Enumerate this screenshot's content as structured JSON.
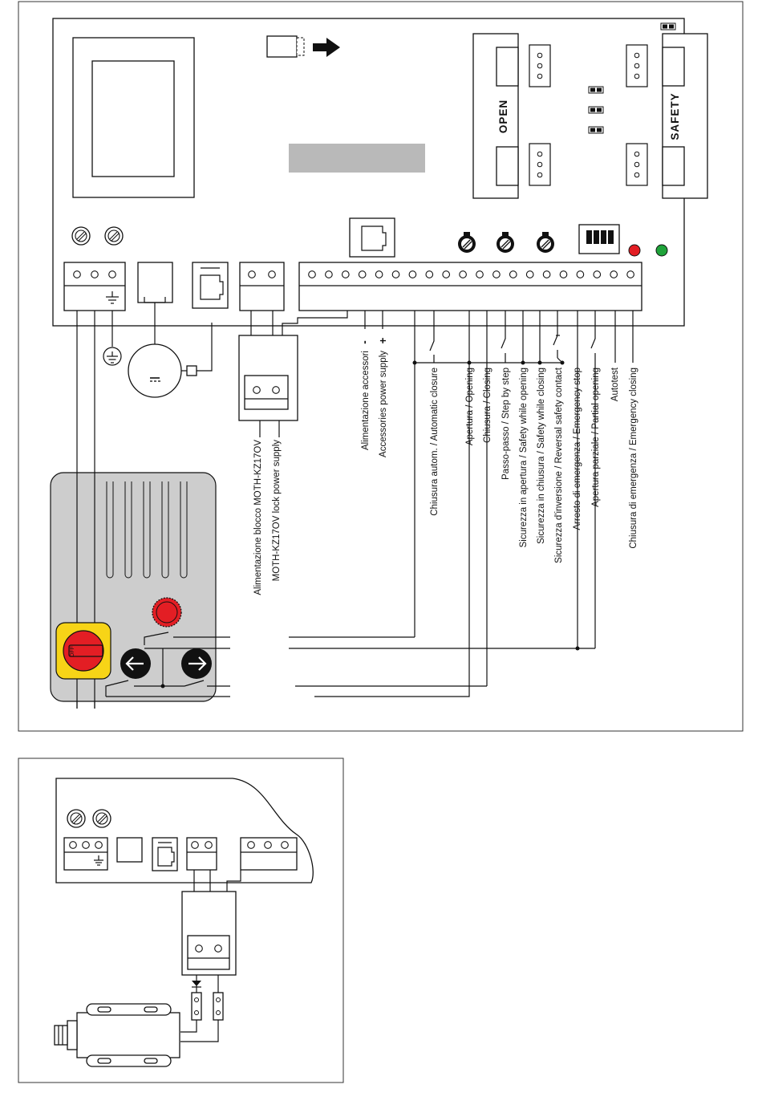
{
  "board_labels": {
    "open": "OPEN",
    "safety": "SAFETY"
  },
  "selector_switch_label": "OFF",
  "terminal_labels": {
    "acc_minus": "-",
    "acc_plus": "+",
    "acc_line1": "Alimentazione accessori",
    "acc_line2": "Accessories power supply",
    "lock_line1": "Alimentazione blocco MOTH-KZ17OV",
    "lock_line2": "MOTH-KZ17OV lock power supply",
    "auto_close": "Chiusura autom. / Automatic closure",
    "opening": "Apertura / Opening",
    "closing": "Chiusura / Closing",
    "step": "Passo-passo / Step by step",
    "safety_open": "Sicurezza in apertura / Safety while opening",
    "safety_close": "Sicurezza in chiusura / Safety while closing",
    "reversal": "Sicurezza d'inversione / Reversal safety contact",
    "emergency_stop": "Arresto di emergenza / Emergency stop",
    "partial": "Apertura parziale / Partial opening",
    "autotest": "Autotest",
    "emergency_close": "Chiusura di emergenza / Emergency closing"
  },
  "colors": {
    "led_red": "#e31e24",
    "led_green": "#1fa33a",
    "panel_gray": "#cdcdcd",
    "knob_yellow": "#f7d417",
    "knob_red": "#e31e24",
    "display_gray": "#b9b9b9"
  }
}
